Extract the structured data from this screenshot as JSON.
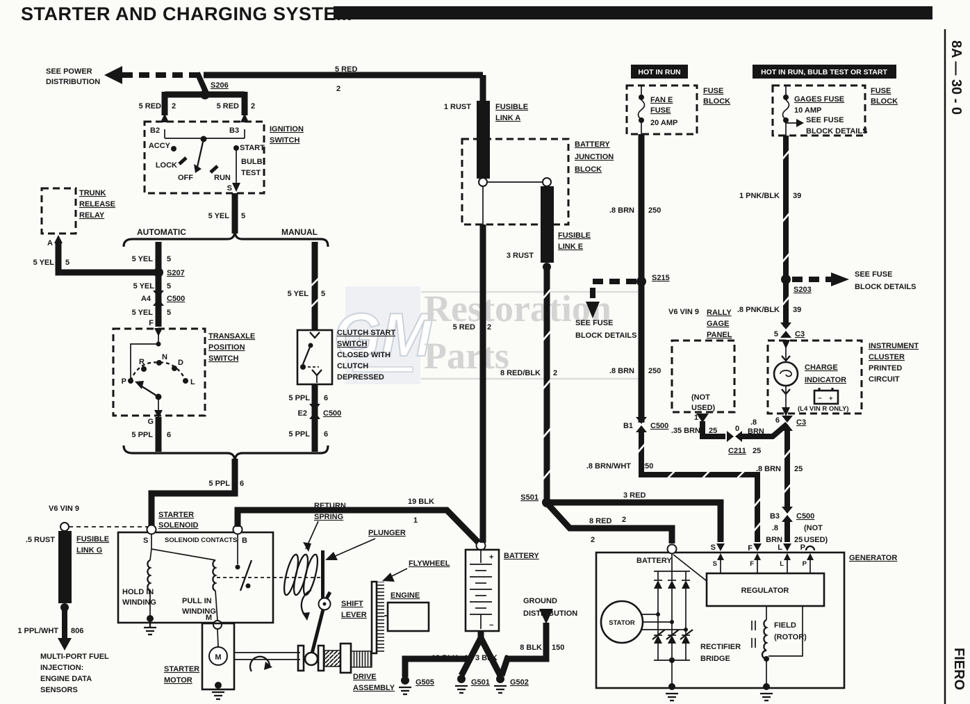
{
  "title": "STARTER AND CHARGING SYSTEM",
  "page": {
    "ref": "8A — 30 - 0",
    "model": "FIERO"
  },
  "watermark": {
    "logo": "GM",
    "line1": "Restoration",
    "line2": "Parts"
  },
  "labels": {
    "seePower1": "SEE POWER",
    "seePower2": "DISTRIBUTION",
    "seeFuse1": "SEE FUSE",
    "seeFuse2": "BLOCK DETAILS",
    "hotInRun": "HOT IN RUN",
    "hotInRunBulb": "HOT IN RUN, BULB TEST OR START",
    "fuse": "FUSE",
    "block": "BLOCK",
    "fan": "FAN E",
    "amp20": "20 AMP",
    "gagesFuse": "GAGES FUSE",
    "amp10": "10 AMP",
    "ignition": "IGNITION",
    "switch": "SWITCH",
    "accy": "ACCY",
    "lock": "LOCK",
    "off": "OFF",
    "run": "RUN",
    "start": "START",
    "bulb": "BULB",
    "test": "TEST",
    "trunk": "TRUNK",
    "release": "RELEASE",
    "relay": "RELAY",
    "automatic": "AUTOMATIC",
    "manual": "MANUAL",
    "transaxle": "TRANSAXLE",
    "position": "POSITION",
    "clutchStart": "CLUTCH START",
    "closedWith": "CLOSED WITH",
    "clutch": "CLUTCH",
    "depressed": "DEPRESSED",
    "v6vin9": "V6 VIN 9",
    "fusible": "FUSIBLE",
    "linkA": "LINK A",
    "linkE": "LINK E",
    "linkG": "LINK G",
    "battery": "BATTERY",
    "junction": "JUNCTION",
    "starter": "STARTER",
    "solenoid": "SOLENOID",
    "solenoidContacts": "SOLENOID CONTACTS",
    "holdIn": "HOLD IN",
    "pullIn": "PULL IN",
    "winding": "WINDING",
    "motor": "MOTOR",
    "return": "RETURN",
    "spring": "SPRING",
    "plunger": "PLUNGER",
    "flywheel": "FLYWHEEL",
    "engine": "ENGINE",
    "shift": "SHIFT",
    "lever": "LEVER",
    "drive": "DRIVE",
    "assembly": "ASSEMBLY",
    "ground": "GROUND",
    "distribution": "DISTRIBUTION",
    "mfi1": "MULTI-PORT FUEL",
    "mfi2": "INJECTION:",
    "mfi3": "ENGINE DATA",
    "mfi4": "SENSORS",
    "rally": "RALLY",
    "gage": "GAGE",
    "panel": "PANEL",
    "notUsed1": "(NOT",
    "notUsed2": "USED)",
    "charge": "CHARGE",
    "indicator": "INDICATOR",
    "instrument": "INSTRUMENT",
    "cluster": "CLUSTER",
    "printed": "PRINTED",
    "circuit": "CIRCUIT",
    "l4vinr": "(L4 VIN R ONLY)",
    "generator": "GENERATOR",
    "regulator": "REGULATOR",
    "stator": "STATOR",
    "rectifier": "RECTIFIER",
    "bridge": "BRIDGE",
    "field": "FIELD",
    "rotor": "(ROTOR)"
  },
  "wires": {
    "red5": "5 RED",
    "yel5": "5 YEL",
    "ppl5": "5 PPL",
    "rust1": "1 RUST",
    "rust3": "3 RUST",
    "rust05": ".5 RUST",
    "pplwht1": "1 PPL/WHT",
    "blk19": "19 BLK",
    "blk3": "3 BLK",
    "blk8": "8 BLK",
    "redblk8": "8 RED/BLK",
    "brn08": ".8 BRN",
    "brn08a": ".8",
    "brnTxt": "BRN",
    "brnwht08": ".8 BRN/WHT",
    "brn035": ".35 BRN",
    "pnkblk1": "1 PNK/BLK",
    "pnkblk08": ".8 PNK/BLK",
    "red3": "3 RED",
    "red8": "8 RED"
  },
  "circuits": {
    "c0": "0",
    "c1": "1",
    "c2": "2",
    "c5": "5",
    "c6": "6",
    "c25": "25",
    "c39": "39",
    "c150": "150",
    "c250": "250",
    "c806": "806"
  },
  "splices": {
    "s206": "S206",
    "s207": "S207",
    "s215": "S215",
    "s203": "S203",
    "s501": "S501"
  },
  "connectors": {
    "c500": "C500",
    "c211": "C211",
    "c3": "C3"
  },
  "grounds": {
    "g505": "G505",
    "g501": "G501",
    "g502": "G502"
  },
  "terminals": {
    "a": "A",
    "a4": "A4",
    "b": "B",
    "b1": "B1",
    "b2": "B2",
    "b3": "B3",
    "e2": "E2",
    "f": "F",
    "g": "G",
    "m": "M",
    "s": "S",
    "l": "L",
    "p": "P",
    "t1": "1",
    "t5": "5",
    "t6": "6",
    "plus": "+",
    "minus": "−",
    "posR": "R",
    "posN": "N",
    "posD": "D",
    "posP": "P",
    "posL": "L"
  }
}
